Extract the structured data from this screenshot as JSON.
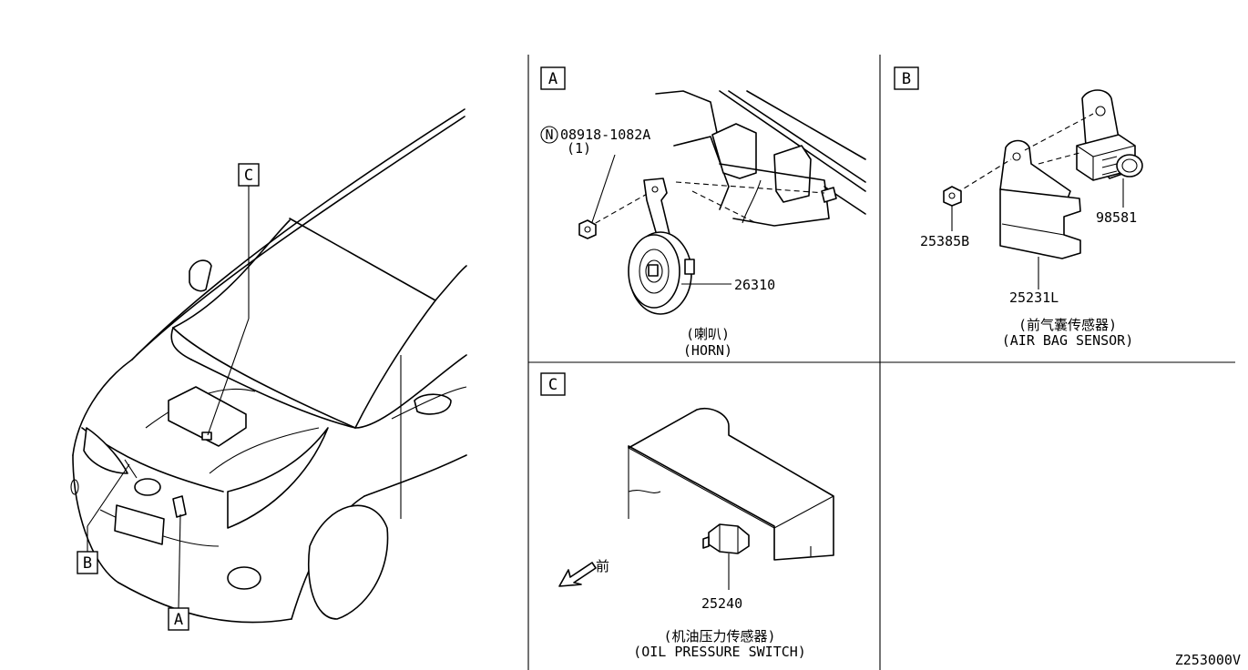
{
  "overview": {
    "callouts": [
      "A",
      "B",
      "C"
    ]
  },
  "panel_a": {
    "tag": "A",
    "part_nut": "08918-1082A",
    "part_nut_qty": "(1)",
    "nut_symbol": "N",
    "part_horn": "26310",
    "caption_cn": "(喇叭)",
    "caption_en": "(HORN)"
  },
  "panel_b": {
    "tag": "B",
    "part_nut": "25385B",
    "part_sensor": "98581",
    "part_bracket": "25231L",
    "caption_cn": "(前气囊传感器)",
    "caption_en": "(AIR BAG SENSOR)"
  },
  "panel_c": {
    "tag": "C",
    "part_switch": "25240",
    "front_label": "前",
    "caption_cn": "(机油压力传感器)",
    "caption_en": "(OIL PRESSURE SWITCH)"
  },
  "diagram_code": "Z253000V"
}
